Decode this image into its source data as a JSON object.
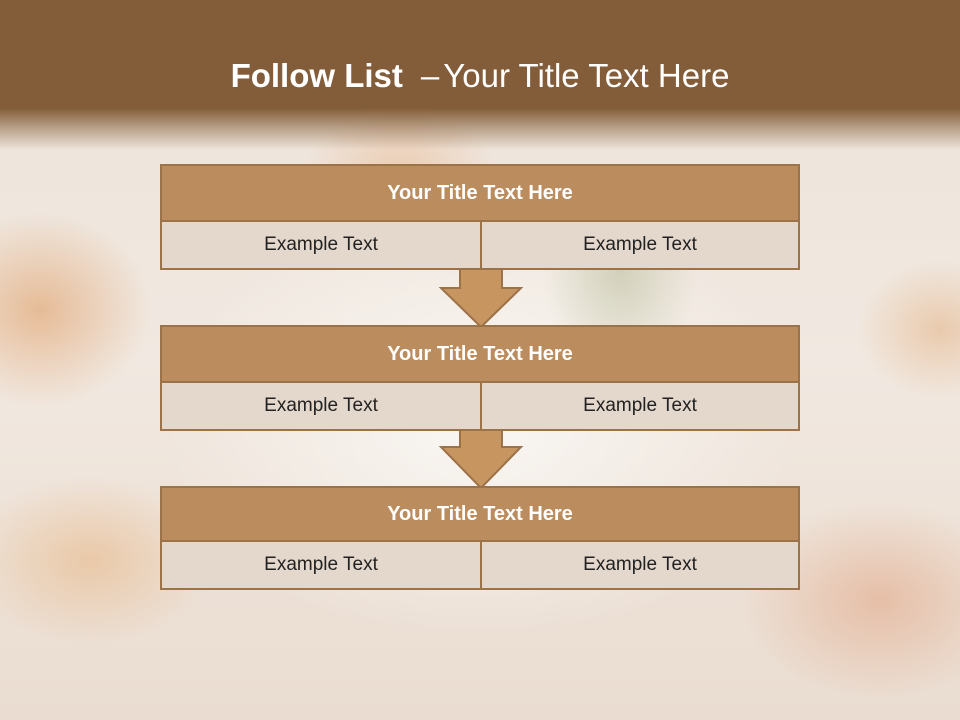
{
  "slide": {
    "title_bold": "Follow List",
    "title_dash": "–",
    "title_rest": "Your Title Text Here"
  },
  "steps": [
    {
      "title": "Your Title Text Here",
      "left": "Example Text",
      "right": "Example Text"
    },
    {
      "title": "Your Title Text Here",
      "left": "Example Text",
      "right": "Example Text"
    },
    {
      "title": "Your Title Text Here",
      "left": "Example Text",
      "right": "Example Text"
    }
  ],
  "colors": {
    "header": "#835d39",
    "box_title_fill": "#bb8c5d",
    "box_border": "#9c7248",
    "cell_fill": "#e4d7cc",
    "arrow_fill": "#c7955f"
  }
}
